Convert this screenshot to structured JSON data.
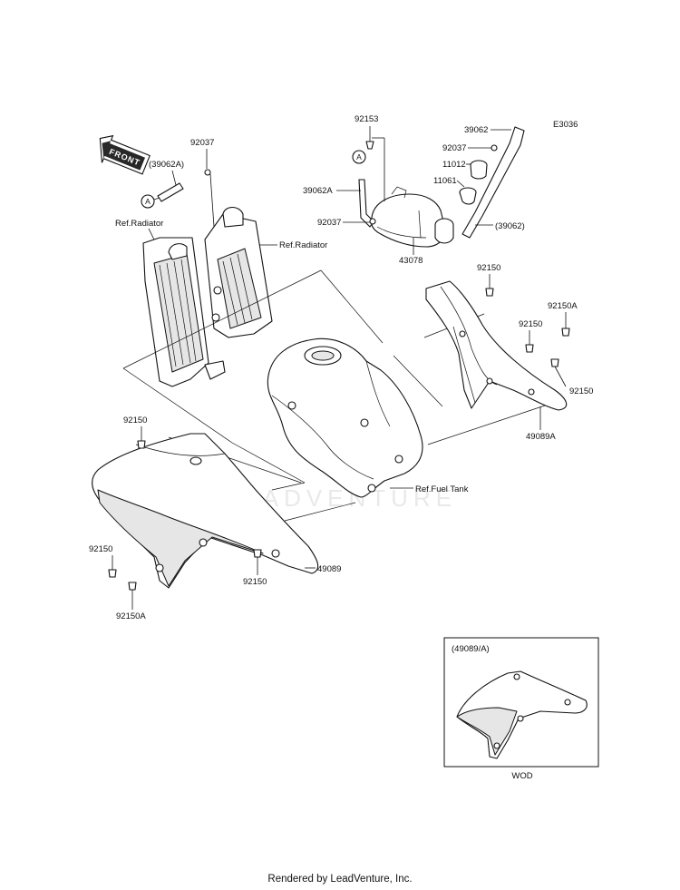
{
  "diagram": {
    "code": "E3036",
    "front_label": "FRONT",
    "watermark": "LEADVENTURE",
    "callout_A": "A",
    "labels": {
      "p92153": "92153",
      "p39062_top": "39062",
      "p92037_top_right": "92037",
      "p11012": "11012",
      "p11061": "11061",
      "p39062_paren": "(39062)",
      "p39062A_paren": "(39062A)",
      "p92037_left": "92037",
      "ref_radiator_left": "Ref.Radiator",
      "ref_radiator_right": "Ref.Radiator",
      "p39062A": "39062A",
      "p92037_mid": "92037",
      "p43078": "43078",
      "p92150_a": "92150",
      "p92150A_right": "92150A",
      "p92150_b": "92150",
      "p92150_c": "92150",
      "p49089A": "49089A",
      "p92150_left_top": "92150",
      "ref_fuel_tank": "Ref.Fuel Tank",
      "p92150_left_bottom": "92150",
      "p92150_mid_bottom": "92150",
      "p49089": "49089",
      "p92150A_bottom": "92150A"
    },
    "inset": {
      "title": "(49089/A)",
      "caption": "WOD"
    }
  },
  "footer": {
    "text": "Rendered by LeadVenture, Inc."
  }
}
